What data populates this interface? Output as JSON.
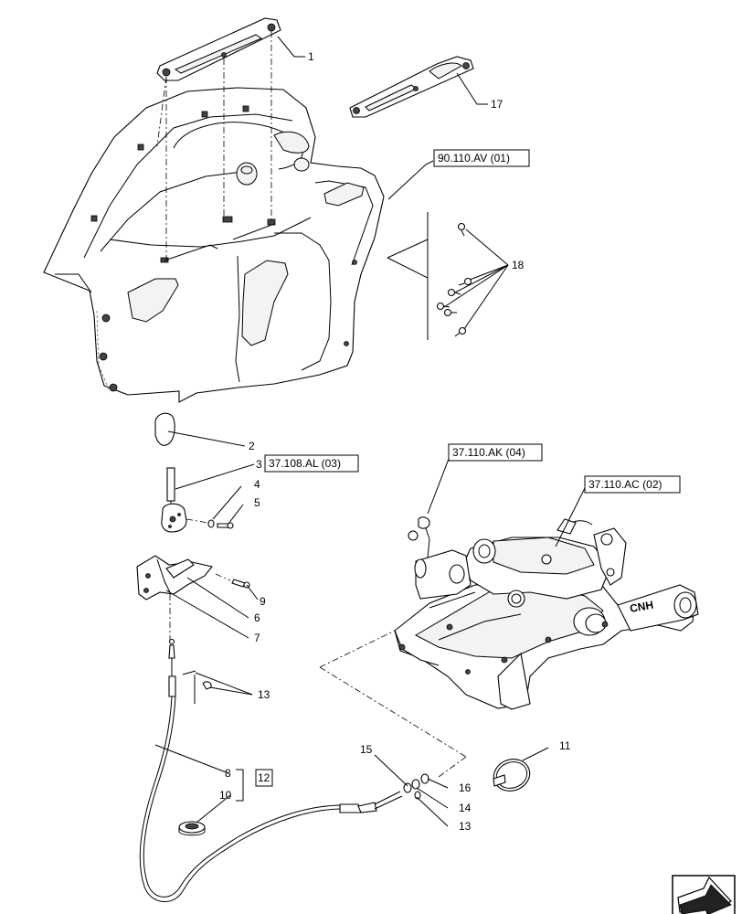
{
  "callouts": [
    {
      "id": "c1",
      "text": "1"
    },
    {
      "id": "c17",
      "text": "17"
    },
    {
      "id": "c18",
      "text": "18"
    },
    {
      "id": "c2",
      "text": "2"
    },
    {
      "id": "c3",
      "text": "3"
    },
    {
      "id": "c4",
      "text": "4"
    },
    {
      "id": "c5",
      "text": "5"
    },
    {
      "id": "c9",
      "text": "9"
    },
    {
      "id": "c6",
      "text": "6"
    },
    {
      "id": "c7",
      "text": "7"
    },
    {
      "id": "c13a",
      "text": "13"
    },
    {
      "id": "c8",
      "text": "8"
    },
    {
      "id": "c10",
      "text": "10"
    },
    {
      "id": "c15",
      "text": "15"
    },
    {
      "id": "c16",
      "text": "16"
    },
    {
      "id": "c14",
      "text": "14"
    },
    {
      "id": "c13b",
      "text": "13"
    },
    {
      "id": "c11",
      "text": "11"
    }
  ],
  "references": {
    "ref_90110av": "90.110.AV (01)",
    "ref_37108al": "37.108.AL (03)",
    "ref_37110ak": "37.110.AK (04)",
    "ref_37110ac": "37.110.AC (02)",
    "ref_12": "12"
  },
  "castings": {
    "lift_logo": "CNH"
  },
  "icons": {
    "nav_arrow": "next-page-arrow-icon"
  }
}
